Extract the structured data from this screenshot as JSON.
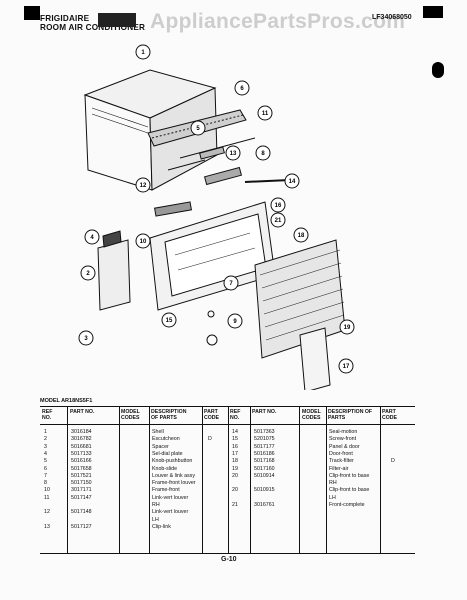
{
  "header": {
    "brand": "FRIGIDAIRE",
    "product": "ROOM AIR CONDITIONER",
    "watermark": "AppliancePartsPros.com",
    "model_code": "LF34068050"
  },
  "model_line": "MODEL AR18NS5F1",
  "page_number": "G-10",
  "callouts": [
    "1",
    "2",
    "3",
    "4",
    "5",
    "6",
    "7",
    "8",
    "9",
    "10",
    "11",
    "12",
    "13",
    "14",
    "15",
    "16",
    "17",
    "18",
    "19",
    "21"
  ],
  "table": {
    "headers": {
      "ref": "REF NO.",
      "part": "PART NO.",
      "model": "MODEL CODES",
      "desc": "DESCRIPTION OF PARTS",
      "code": "PART CODE"
    },
    "left_rows": [
      {
        "ref": "1",
        "part": "3016184",
        "desc": "Shell",
        "code": ""
      },
      {
        "ref": "2",
        "part": "3016782",
        "desc": "Escutcheon",
        "code": "D"
      },
      {
        "ref": "3",
        "part": "5016681",
        "desc": "Spacer",
        "code": ""
      },
      {
        "ref": "4",
        "part": "5017133",
        "desc": "Sel-dial plate",
        "code": ""
      },
      {
        "ref": "5",
        "part": "5016166",
        "desc": "Knob-pushbutton",
        "code": ""
      },
      {
        "ref": "6",
        "part": "5017658",
        "desc": "Knob-slide",
        "code": ""
      },
      {
        "ref": "7",
        "part": "5017521",
        "desc": "Louver & link assy",
        "code": ""
      },
      {
        "ref": "8",
        "part": "5017150",
        "desc": "Frame-front louver",
        "code": ""
      },
      {
        "ref": "10",
        "part": "3017171",
        "desc": "Frame-front",
        "code": ""
      },
      {
        "ref": "11",
        "part": "5017147",
        "desc": "Link-vert louver",
        "code": ""
      },
      {
        "ref": "",
        "part": "",
        "desc": "RH",
        "code": ""
      },
      {
        "ref": "12",
        "part": "5017148",
        "desc": "Link-vert louver",
        "code": ""
      },
      {
        "ref": "",
        "part": "",
        "desc": "LH",
        "code": ""
      },
      {
        "ref": "13",
        "part": "5017127",
        "desc": "Clip-link",
        "code": ""
      }
    ],
    "right_rows": [
      {
        "ref": "14",
        "part": "5017363",
        "desc": "Seal-motion",
        "code": ""
      },
      {
        "ref": "15",
        "part": "5201075",
        "desc": "Screw-front",
        "code": ""
      },
      {
        "ref": "16",
        "part": "5017177",
        "desc": "Panel & door",
        "code": ""
      },
      {
        "ref": "17",
        "part": "5016186",
        "desc": "Door-front",
        "code": ""
      },
      {
        "ref": "18",
        "part": "5017168",
        "desc": "Track-filter",
        "code": "D"
      },
      {
        "ref": "19",
        "part": "5017160",
        "desc": "Filter-air",
        "code": ""
      },
      {
        "ref": "20",
        "part": "5010914",
        "desc": "Clip-front to base",
        "code": ""
      },
      {
        "ref": "",
        "part": "",
        "desc": "RH",
        "code": ""
      },
      {
        "ref": "20",
        "part": "5010915",
        "desc": "Clip-front to base",
        "code": ""
      },
      {
        "ref": "",
        "part": "",
        "desc": "LH",
        "code": ""
      },
      {
        "ref": "21",
        "part": "3016761",
        "desc": "Front-complete",
        "code": ""
      }
    ]
  }
}
